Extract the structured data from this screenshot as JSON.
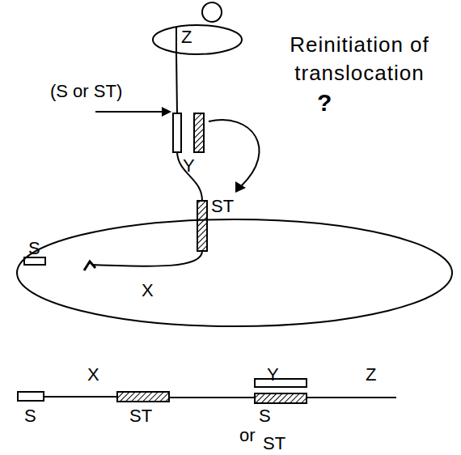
{
  "diagram": {
    "nodes": [
      {
        "text": [
          "Z"
        ]
      },
      {
        "text": [
          "S",
          "X"
        ]
      }
    ],
    "labels": [
      "Reinitiation of translocation",
      "?",
      "(S or ST)",
      "Y",
      "ST",
      "X",
      "Y",
      "Z",
      "S",
      "ST",
      "S",
      "or",
      "ST"
    ]
  }
}
